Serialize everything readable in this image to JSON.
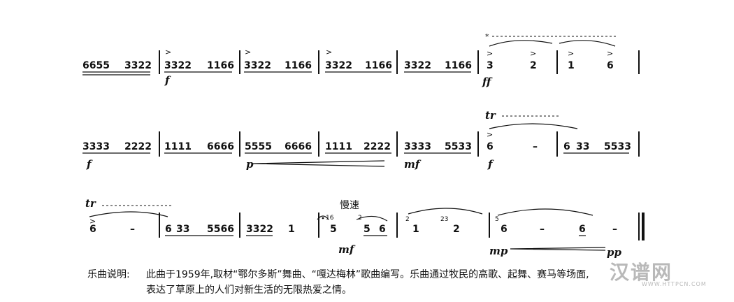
{
  "score": {
    "row1": {
      "n1": "6655",
      "n2": "3322",
      "n3": "3322",
      "n4": "1166",
      "n5": "3322",
      "n6": "1166",
      "n7": "3322",
      "n8": "1166",
      "n9": "3322",
      "n10": "1166",
      "n11": "3",
      "n12": "2",
      "n13": "1",
      "n14": "6",
      "dyn1": "f",
      "dyn2": "ff",
      "star": "*"
    },
    "row2": {
      "n1": "3333",
      "n2": "2222",
      "n3": "1111",
      "n4": "6666",
      "n5": "5555",
      "n6": "6666",
      "n7": "1111",
      "n8": "2222",
      "n9": "3333",
      "n10": "5533",
      "n11": "6",
      "n12": "–",
      "n13": "6",
      "n14": "33",
      "n15": "5533",
      "dyn1": "f",
      "dyn2": "p",
      "dyn3": "mf",
      "dyn4": "f",
      "tr": "tr"
    },
    "row3": {
      "n1": "6",
      "n2": "–",
      "n3": "6",
      "n4": "33",
      "n5": "5566",
      "n6": "3322",
      "n7": "1",
      "g1": "16",
      "n8": "5",
      "g2": "2",
      "n9": "5",
      "n10": "6",
      "g3": "2",
      "n11": "1",
      "g4": "23",
      "n12": "2",
      "g5": "5",
      "n13": "6",
      "n14": "–",
      "n15": "6",
      "n16": "–",
      "tempo": "慢速",
      "tr": "tr",
      "dyn1": "mf",
      "dyn2": "mp",
      "dyn3": "pp"
    }
  },
  "notes": {
    "label": "乐曲说明:",
    "line1": "此曲于1959年,取材“鄂尔多斯”舞曲、“嘎达梅林”歌曲编写。乐曲通过牧民的高歌、起舞、赛马等场面,",
    "line2": "表达了草原上的人们对新生活的无限热爱之情。"
  },
  "watermark": {
    "text": "汉谱网",
    "url": "WWW.HTTPCN.COM"
  }
}
